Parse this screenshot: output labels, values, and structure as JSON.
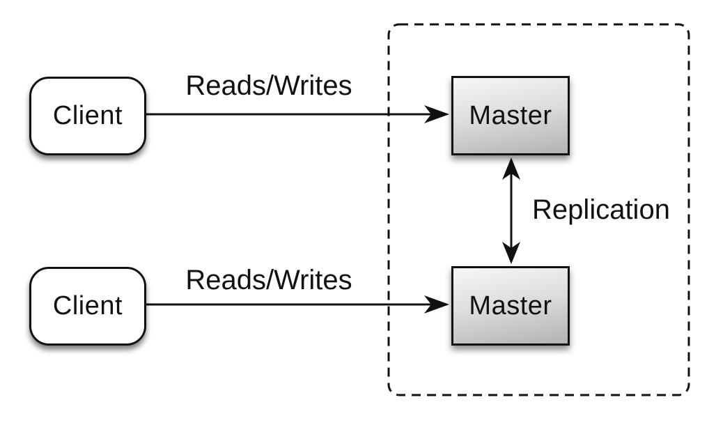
{
  "diagram": {
    "type": "architecture-diagram",
    "topic": "master-master replication",
    "nodes": {
      "client_top": {
        "label": "Client"
      },
      "client_bottom": {
        "label": "Client"
      },
      "master_top": {
        "label": "Master"
      },
      "master_bottom": {
        "label": "Master"
      }
    },
    "edges": {
      "reads_writes_top": {
        "label": "Reads/Writes",
        "from": "client_top",
        "to": "master_top",
        "direction": "one-way"
      },
      "reads_writes_bottom": {
        "label": "Reads/Writes",
        "from": "client_bottom",
        "to": "master_bottom",
        "direction": "one-way"
      },
      "replication": {
        "label": "Replication",
        "from": "master_top",
        "to": "master_bottom",
        "direction": "two-way"
      }
    },
    "boundary": {
      "style": "dashed-rounded-rectangle",
      "contains": [
        "master_top",
        "master_bottom"
      ]
    },
    "colors": {
      "background": "#ffffff",
      "stroke": "#111111",
      "text": "#111111",
      "client_fill": "#ffffff",
      "master_fill_light": "#f7f7f7",
      "master_fill_dark": "#b3b3b3"
    }
  }
}
